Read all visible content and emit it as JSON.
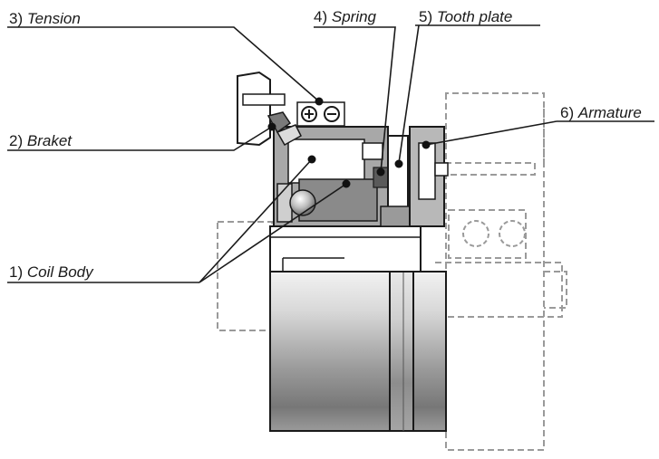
{
  "labels": [
    {
      "num": "3)",
      "name": "Tension"
    },
    {
      "num": "4)",
      "name": "Spring"
    },
    {
      "num": "5)",
      "name": "Tooth plate"
    },
    {
      "num": "2)",
      "name": "Braket"
    },
    {
      "num": "6)",
      "name": "Armature"
    },
    {
      "num": "1)",
      "name": "Coil Body"
    }
  ],
  "terminals": {
    "plus": "⊕",
    "minus": "⊖"
  },
  "colors": {
    "line": "#1a1a1a",
    "dashed": "#9a9a9a",
    "body": "#c8c8c8",
    "section": "#8a8a8a"
  }
}
